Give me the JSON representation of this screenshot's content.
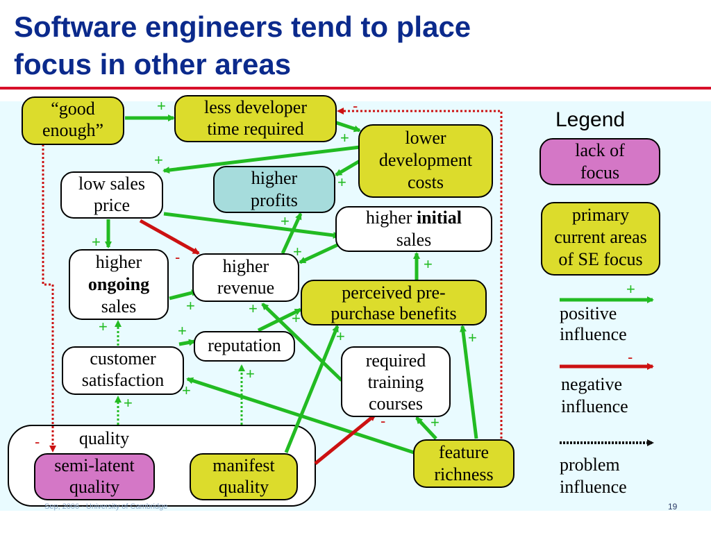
{
  "slide": {
    "title_line1": "Software engineers tend to place",
    "title_line2": "focus in other areas",
    "page_number": "19",
    "footer": "Sep, 2006 · University of Cambridge"
  },
  "colors": {
    "title": "#0b2a8c",
    "rule": "#d8102a",
    "primary_fill": "#dcdc2c",
    "lack_fill": "#d477c6",
    "profit_fill": "#a6dcdc",
    "positive": "#22bb22",
    "negative": "#cc1111",
    "problem": "#cc1111"
  },
  "nodes": {
    "good_enough": {
      "line1": "“good",
      "line2": "enough”"
    },
    "less_dev_time": {
      "line1": "less developer",
      "line2": "time required"
    },
    "lower_dev_costs": {
      "line1": "lower",
      "line2": "development",
      "line3": "costs"
    },
    "low_sales_price": {
      "line1": "low sales",
      "line2": "price"
    },
    "higher_profits": {
      "line1": "higher",
      "line2": "profits"
    },
    "higher_initial_sales": {
      "line1_a": "higher ",
      "line1_b": "initial",
      "line2": "sales"
    },
    "higher_ongoing_sales": {
      "line1": "higher",
      "line2": "ongoing",
      "line3": "sales"
    },
    "higher_revenue": {
      "line1": "higher",
      "line2": "revenue"
    },
    "perceived_benefits": {
      "line1": "perceived pre-",
      "line2": "purchase benefits"
    },
    "reputation": {
      "line1": "reputation"
    },
    "customer_satisfaction": {
      "line1": "customer",
      "line2": "satisfaction"
    },
    "required_training": {
      "line1": "required",
      "line2": "training",
      "line3": "courses"
    },
    "quality": {
      "line1": "quality"
    },
    "semi_latent_quality": {
      "line1": "semi-latent",
      "line2": "quality"
    },
    "manifest_quality": {
      "line1": "manifest",
      "line2": "quality"
    },
    "feature_richness": {
      "line1": "feature",
      "line2": "richness"
    }
  },
  "signs": {
    "positive": "+",
    "negative": "-"
  },
  "legend": {
    "title": "Legend",
    "lack_of_focus": {
      "line1": "lack of",
      "line2": "focus"
    },
    "primary_areas": {
      "line1": "primary",
      "line2": "current areas",
      "line3": "of SE focus"
    },
    "positive": {
      "line1": "positive",
      "line2": "influence"
    },
    "negative": {
      "line1": "negative",
      "line2": "influence"
    },
    "problem": {
      "line1": "problem",
      "line2": "influence"
    }
  }
}
